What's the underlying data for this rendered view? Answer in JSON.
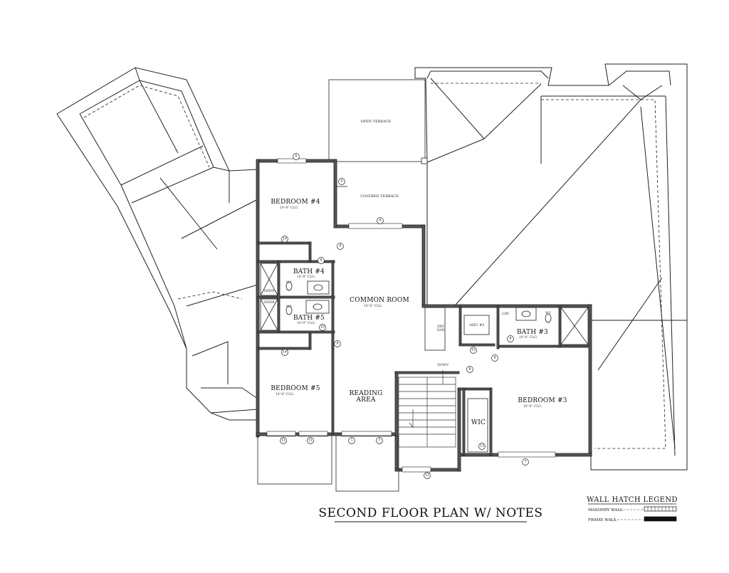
{
  "drawing_title": "SECOND FLOOR PLAN W/ NOTES",
  "rooms": {
    "open_terrace": "OPEN TERRACE",
    "covered_terrace": "COVERED TERRACE",
    "bedroom4": {
      "name": "BEDROOM #4",
      "clg": "10'-0\" CLG."
    },
    "bath4": {
      "name": "BATH #4",
      "clg": "10'-0\" CLG."
    },
    "bath5": {
      "name": "BATH #5",
      "clg": "10'-0\" CLG."
    },
    "common_room": {
      "name": "COMMON ROOM",
      "clg": "10'-0\" CLG."
    },
    "bedroom5": {
      "name": "BEDROOM #5",
      "clg": "10'-0\" CLG."
    },
    "reading_area_line1": "READING",
    "reading_area_line2": "AREA",
    "dry_bar_line1": "DRY",
    "dry_bar_line2": "BAR",
    "ahu": "AHU #2",
    "lin": "LIN",
    "bath3": {
      "name": "BATH #3",
      "clg": "10'-0\" CLG."
    },
    "bedroom3": {
      "name": "BEDROOM #3",
      "clg": "10'-0\" CLG."
    },
    "wic": "WIC",
    "down": "DOWN",
    "shwr1": "SHWR",
    "shwr2": "SHWR",
    "wc1": "WC",
    "wc2": "WC",
    "wc3": "WC"
  },
  "legend": {
    "title": "WALL HATCH LEGEND",
    "masonry": "MASONRY WALL",
    "frame": "FRAME WALL"
  },
  "callouts": [
    "6",
    "9",
    "6",
    "8",
    "8",
    "14",
    "8",
    "10",
    "14",
    "8",
    "11",
    "11",
    "1",
    "7",
    "12",
    "15",
    "8",
    "8",
    "8",
    "13",
    "7"
  ]
}
